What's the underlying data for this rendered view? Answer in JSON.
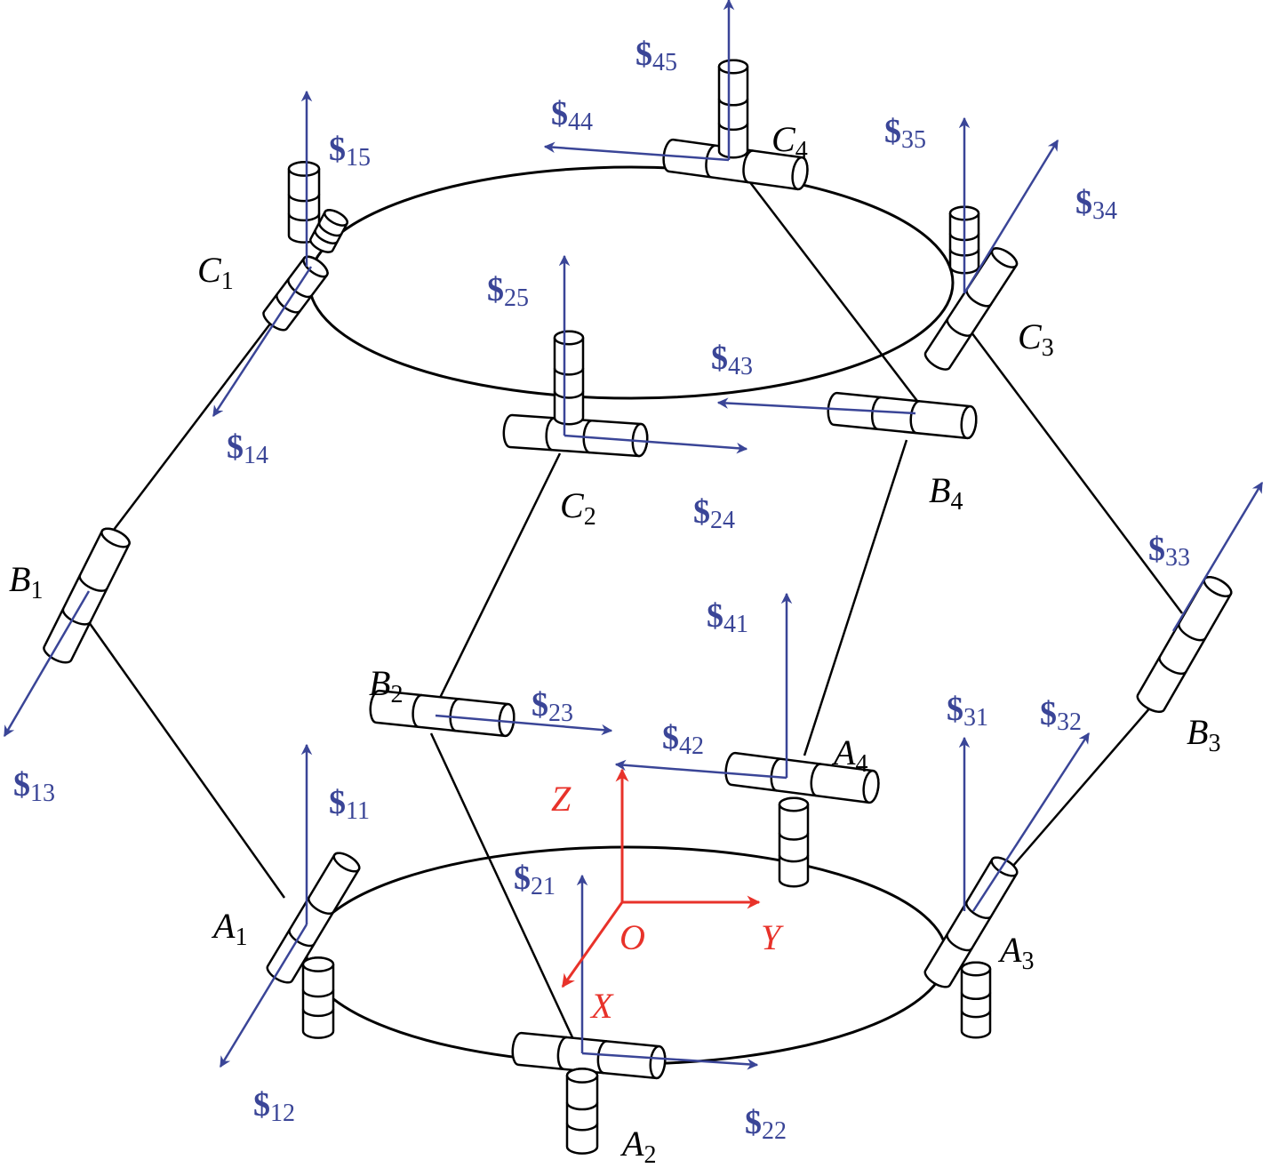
{
  "colors": {
    "screw": "#3a4597",
    "frame": "#e8322a",
    "structure": "#000000"
  },
  "joints": [
    {
      "id": "C1",
      "letter": "C",
      "sub": "1"
    },
    {
      "id": "C2",
      "letter": "C",
      "sub": "2"
    },
    {
      "id": "C3",
      "letter": "C",
      "sub": "3"
    },
    {
      "id": "C4",
      "letter": "C",
      "sub": "4"
    },
    {
      "id": "B1",
      "letter": "B",
      "sub": "1"
    },
    {
      "id": "B2",
      "letter": "B",
      "sub": "2"
    },
    {
      "id": "B3",
      "letter": "B",
      "sub": "3"
    },
    {
      "id": "B4",
      "letter": "B",
      "sub": "4"
    },
    {
      "id": "A1",
      "letter": "A",
      "sub": "1"
    },
    {
      "id": "A2",
      "letter": "A",
      "sub": "2"
    },
    {
      "id": "A3",
      "letter": "A",
      "sub": "3"
    },
    {
      "id": "A4",
      "letter": "A",
      "sub": "4"
    }
  ],
  "screws": [
    {
      "sym": "$",
      "sub": "11"
    },
    {
      "sym": "$",
      "sub": "12"
    },
    {
      "sym": "$",
      "sub": "13"
    },
    {
      "sym": "$",
      "sub": "14"
    },
    {
      "sym": "$",
      "sub": "15"
    },
    {
      "sym": "$",
      "sub": "21"
    },
    {
      "sym": "$",
      "sub": "22"
    },
    {
      "sym": "$",
      "sub": "23"
    },
    {
      "sym": "$",
      "sub": "24"
    },
    {
      "sym": "$",
      "sub": "25"
    },
    {
      "sym": "$",
      "sub": "31"
    },
    {
      "sym": "$",
      "sub": "32"
    },
    {
      "sym": "$",
      "sub": "33"
    },
    {
      "sym": "$",
      "sub": "34"
    },
    {
      "sym": "$",
      "sub": "35"
    },
    {
      "sym": "$",
      "sub": "41"
    },
    {
      "sym": "$",
      "sub": "42"
    },
    {
      "sym": "$",
      "sub": "43"
    },
    {
      "sym": "$",
      "sub": "44"
    },
    {
      "sym": "$",
      "sub": "45"
    }
  ],
  "frame": {
    "origin": "O",
    "x": "X",
    "y": "Y",
    "z": "Z"
  }
}
